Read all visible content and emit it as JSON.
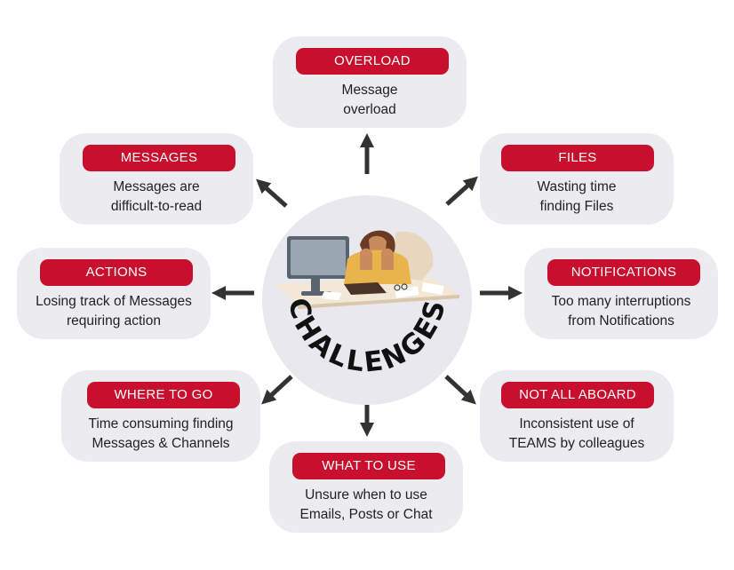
{
  "hub": {
    "label": "CHALLENGES"
  },
  "colors": {
    "tag": "#c8102e",
    "card": "#ecebf0",
    "arrow": "#333333"
  },
  "cards": {
    "overload": {
      "tag": "OVERLOAD",
      "line1": "Message",
      "line2": "overload"
    },
    "messages": {
      "tag": "MESSAGES",
      "line1": "Messages are",
      "line2": "difficult-to-read"
    },
    "files": {
      "tag": "FILES",
      "line1": "Wasting time",
      "line2": "finding Files"
    },
    "actions": {
      "tag": "ACTIONS",
      "line1": "Losing track of Messages",
      "line2": "requiring action"
    },
    "notifications": {
      "tag": "NOTIFICATIONS",
      "line1": "Too many interruptions",
      "line2": "from Notifications"
    },
    "where_to_go": {
      "tag": "WHERE TO GO",
      "line1": "Time consuming finding",
      "line2": "Messages & Channels"
    },
    "not_all_aboard": {
      "tag": "NOT ALL ABOARD",
      "line1": "Inconsistent use of",
      "line2": "TEAMS by colleagues"
    },
    "what_to_use": {
      "tag": "WHAT TO USE",
      "line1": "Unsure when to use",
      "line2": "Emails, Posts or Chat"
    }
  }
}
